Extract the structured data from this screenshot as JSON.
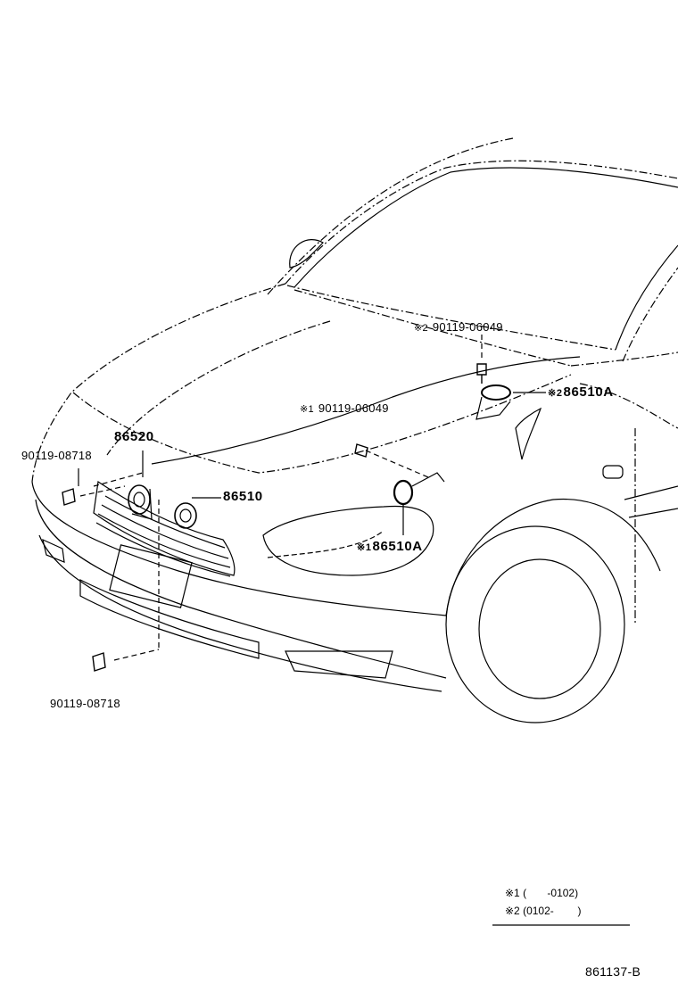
{
  "footnote_marks": {
    "mark1": "※1",
    "mark2": "※2"
  },
  "callouts": {
    "bolt_top": {
      "mark": "※2",
      "part": "90119-06049"
    },
    "horn_right_upper": {
      "mark": "※2",
      "part": "86510A"
    },
    "bolt_mid": {
      "mark": "※1",
      "part": "90119-06049"
    },
    "horn_left_low": {
      "part": "86520"
    },
    "horn_center": {
      "part": "86510"
    },
    "horn_right_lower": {
      "mark": "※1",
      "part": "86510A"
    },
    "bolt_left": {
      "part": "90119-08718"
    },
    "bolt_bottom": {
      "part": "90119-08718"
    }
  },
  "legend": {
    "row1": {
      "mark": "※1",
      "range": "(       -0102)"
    },
    "row2": {
      "mark": "※2",
      "range": "(0102-        )"
    }
  },
  "drawing_id": "861137-B"
}
